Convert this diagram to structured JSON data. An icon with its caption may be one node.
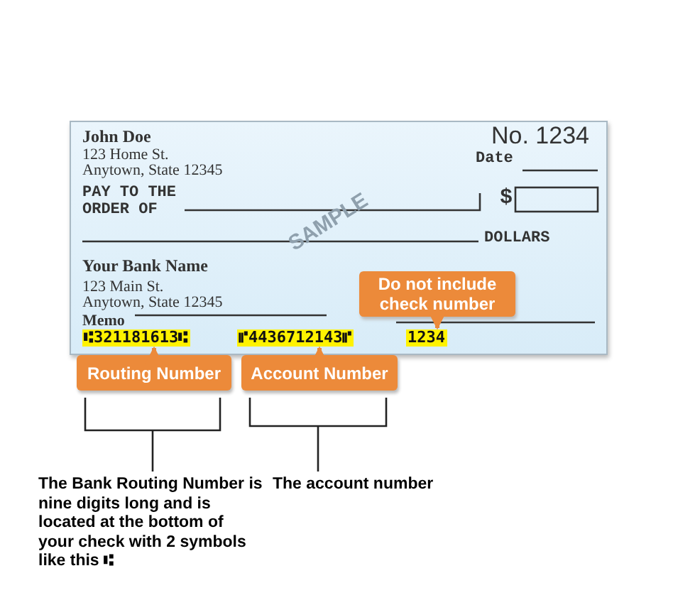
{
  "diagram": {
    "nodes": [
      {
        "text": [],
        "shape": "box"
      },
      {
        "text": [
          "⑆321181613⑆"
        ],
        "in": 0
      },
      {
        "text": [
          "⑈4436712143⑈"
        ],
        "in": 0
      },
      {
        "text": [
          "1234"
        ],
        "in": 0
      },
      {
        "text": [
          "Do not include check number"
        ],
        "in": 0
      },
      {
        "text": [
          "Routing Number"
        ]
      },
      {
        "text": [
          "Account Number"
        ]
      },
      {
        "text": [
          "The Bank Routing Number is nine digits long and is located at the bottom of your check with 2 symbols like this ⑆"
        ]
      },
      {
        "text": [
          "The account number"
        ]
      }
    ],
    "edges": [
      {
        "from": 5,
        "to": 1,
        "arrow": "to"
      },
      {
        "from": 6,
        "to": 2,
        "arrow": "to"
      },
      {
        "from": 4,
        "to": 3,
        "arrow": "to"
      },
      {
        "from": 5,
        "to": 7,
        "arrow": "none",
        "color": "#222222"
      },
      {
        "from": 6,
        "to": 8,
        "arrow": "none",
        "color": "#222222"
      }
    ],
    "labels": [
      "John Doe",
      "123 Home St.",
      "Anytown, State 12345",
      "No. 1234",
      "Date",
      "PAY TO THE ORDER OF",
      "$",
      "DOLLARS",
      "SAMPLE",
      "Your Bank Name",
      "123 Main St.",
      "Anytown, State 12345",
      "Memo"
    ]
  }
}
